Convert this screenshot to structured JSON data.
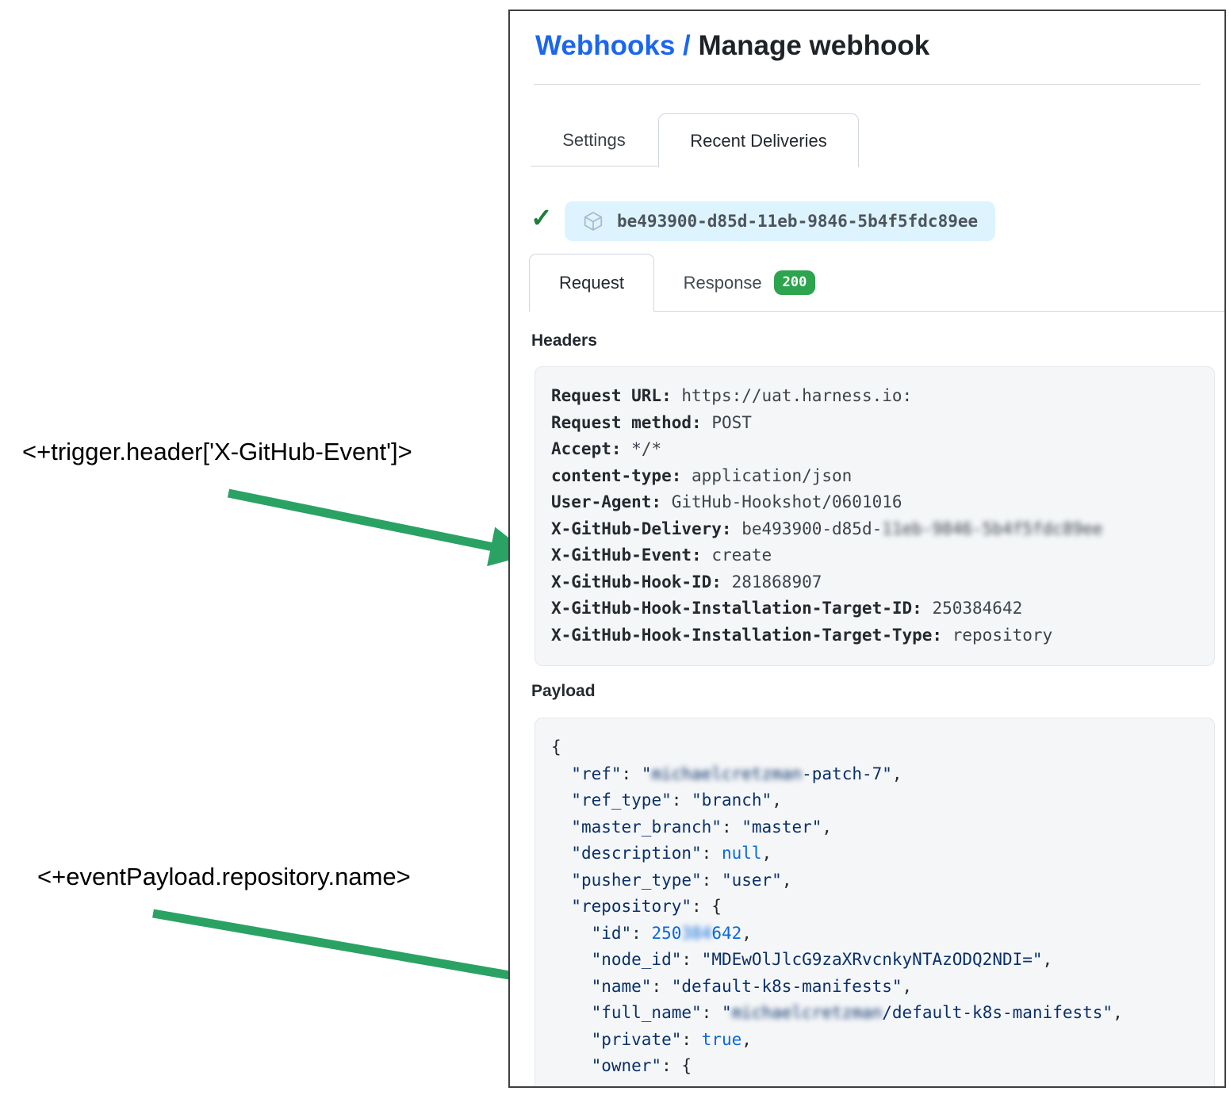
{
  "annotations": {
    "trigger_expression": "<+trigger.header['X-GitHub-Event']>",
    "payload_expression": "<+eventPayload.repository.name>",
    "arrow_color": "#2aa263"
  },
  "panel": {
    "breadcrumb": {
      "link": "Webhooks / ",
      "current": "Manage webhook"
    },
    "tabs": [
      {
        "label": "Settings",
        "active": false
      },
      {
        "label": "Recent Deliveries",
        "active": true
      }
    ],
    "delivery": {
      "status": "success",
      "id": "be493900-d85d-11eb-9846-5b4f5fdc89ee"
    },
    "subtabs": [
      {
        "label": "Request",
        "active": true
      },
      {
        "label": "Response",
        "badge": "200",
        "active": false
      }
    ],
    "headers_section": {
      "title": "Headers",
      "entries": [
        {
          "key": "Request URL:",
          "value": "https://uat.harness.io:"
        },
        {
          "key": "Request method:",
          "value": "POST"
        },
        {
          "key": "Accept:",
          "value": "*/*"
        },
        {
          "key": "content-type:",
          "value": "application/json"
        },
        {
          "key": "User-Agent:",
          "value": "GitHub-Hookshot/0601016"
        },
        {
          "key": "X-GitHub-Delivery:",
          "value": "be493900-d85d-",
          "value_redacted": "11eb-9846-5b4f5fdc89ee"
        },
        {
          "key": "X-GitHub-Event:",
          "value": "create"
        },
        {
          "key": "X-GitHub-Hook-ID:",
          "value": "281868907"
        },
        {
          "key": "X-GitHub-Hook-Installation-Target-ID:",
          "value": "250384642"
        },
        {
          "key": "X-GitHub-Hook-Installation-Target-Type:",
          "value": "repository"
        }
      ]
    },
    "payload_section": {
      "title": "Payload",
      "lines": [
        [
          {
            "c": "pn",
            "t": "{"
          }
        ],
        [
          {
            "c": "pn",
            "t": "  "
          },
          {
            "c": "ky",
            "t": "\"ref\""
          },
          {
            "c": "pn",
            "t": ": "
          },
          {
            "c": "st",
            "t": "\""
          },
          {
            "c": "st",
            "t": "michaelcretzman",
            "blur": true
          },
          {
            "c": "st",
            "t": "-patch-7\""
          },
          {
            "c": "pn",
            "t": ","
          }
        ],
        [
          {
            "c": "pn",
            "t": "  "
          },
          {
            "c": "ky",
            "t": "\"ref_type\""
          },
          {
            "c": "pn",
            "t": ": "
          },
          {
            "c": "st",
            "t": "\"branch\""
          },
          {
            "c": "pn",
            "t": ","
          }
        ],
        [
          {
            "c": "pn",
            "t": "  "
          },
          {
            "c": "ky",
            "t": "\"master_branch\""
          },
          {
            "c": "pn",
            "t": ": "
          },
          {
            "c": "st",
            "t": "\"master\""
          },
          {
            "c": "pn",
            "t": ","
          }
        ],
        [
          {
            "c": "pn",
            "t": "  "
          },
          {
            "c": "ky",
            "t": "\"description\""
          },
          {
            "c": "pn",
            "t": ": "
          },
          {
            "c": "nm",
            "t": "null"
          },
          {
            "c": "pn",
            "t": ","
          }
        ],
        [
          {
            "c": "pn",
            "t": "  "
          },
          {
            "c": "ky",
            "t": "\"pusher_type\""
          },
          {
            "c": "pn",
            "t": ": "
          },
          {
            "c": "st",
            "t": "\"user\""
          },
          {
            "c": "pn",
            "t": ","
          }
        ],
        [
          {
            "c": "pn",
            "t": "  "
          },
          {
            "c": "ky",
            "t": "\"repository\""
          },
          {
            "c": "pn",
            "t": ": {"
          }
        ],
        [
          {
            "c": "pn",
            "t": "    "
          },
          {
            "c": "ky",
            "t": "\"id\""
          },
          {
            "c": "pn",
            "t": ": "
          },
          {
            "c": "nm",
            "t": "250"
          },
          {
            "c": "nm",
            "t": "384",
            "blur": true
          },
          {
            "c": "nm",
            "t": "642"
          },
          {
            "c": "pn",
            "t": ","
          }
        ],
        [
          {
            "c": "pn",
            "t": "    "
          },
          {
            "c": "ky",
            "t": "\"node_id\""
          },
          {
            "c": "pn",
            "t": ": "
          },
          {
            "c": "st",
            "t": "\"MDEwOlJlcG9zaXRvcnkyNTAzODQ2NDI=\""
          },
          {
            "c": "pn",
            "t": ","
          }
        ],
        [
          {
            "c": "pn",
            "t": "    "
          },
          {
            "c": "ky",
            "t": "\"name\""
          },
          {
            "c": "pn",
            "t": ": "
          },
          {
            "c": "st",
            "t": "\"default-k8s-manifests\""
          },
          {
            "c": "pn",
            "t": ","
          }
        ],
        [
          {
            "c": "pn",
            "t": "    "
          },
          {
            "c": "ky",
            "t": "\"full_name\""
          },
          {
            "c": "pn",
            "t": ": "
          },
          {
            "c": "st",
            "t": "\""
          },
          {
            "c": "st",
            "t": "michaelcretzman",
            "blur": true
          },
          {
            "c": "st",
            "t": "/default-k8s-manifests\""
          },
          {
            "c": "pn",
            "t": ","
          }
        ],
        [
          {
            "c": "pn",
            "t": "    "
          },
          {
            "c": "ky",
            "t": "\"private\""
          },
          {
            "c": "pn",
            "t": ": "
          },
          {
            "c": "nm",
            "t": "true"
          },
          {
            "c": "pn",
            "t": ","
          }
        ],
        [
          {
            "c": "pn",
            "t": "    "
          },
          {
            "c": "ky",
            "t": "\"owner\""
          },
          {
            "c": "pn",
            "t": ": {"
          }
        ]
      ]
    }
  }
}
